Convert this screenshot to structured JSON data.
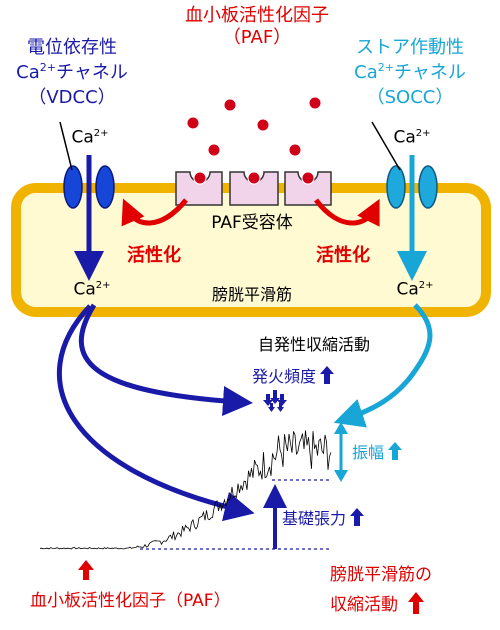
{
  "title_top": {
    "line1": "血小板活性化因子",
    "line2": "（PAF）"
  },
  "vdcc": {
    "line1": "電位依存性",
    "line2_prefix": "Ca",
    "line2_sup": "2+",
    "line2_suffix": "チャネル",
    "line3": "（VDCC）"
  },
  "socc": {
    "line1": "ストア作動性",
    "line2_prefix": "Ca",
    "line2_sup": "2+",
    "line2_suffix": "チャネル",
    "line3": "（SOCC）"
  },
  "ca_ion": {
    "base": "Ca",
    "sup": "2+"
  },
  "receptor_label": "PAF受容体",
  "activation_left": "活性化",
  "activation_right": "活性化",
  "cell_label": "膀胱平滑筋",
  "spontaneous_label": "自発性収縮活動",
  "firing_label": "発火頻度",
  "amplitude_label": "振幅",
  "basal_tension_label": "基礎張力",
  "bottom_paf": "血小板活性化因子（PAF）",
  "bottom_right": {
    "line1": "膀胱平滑筋の",
    "line2": "収縮活動"
  },
  "colors": {
    "red": "#e00000",
    "blue": "#1a1aa8",
    "cyan": "#17a6d6",
    "cell_border": "#f0b400",
    "cell_fill": "#fffad2",
    "receptor_fill": "#f2d4ea"
  }
}
